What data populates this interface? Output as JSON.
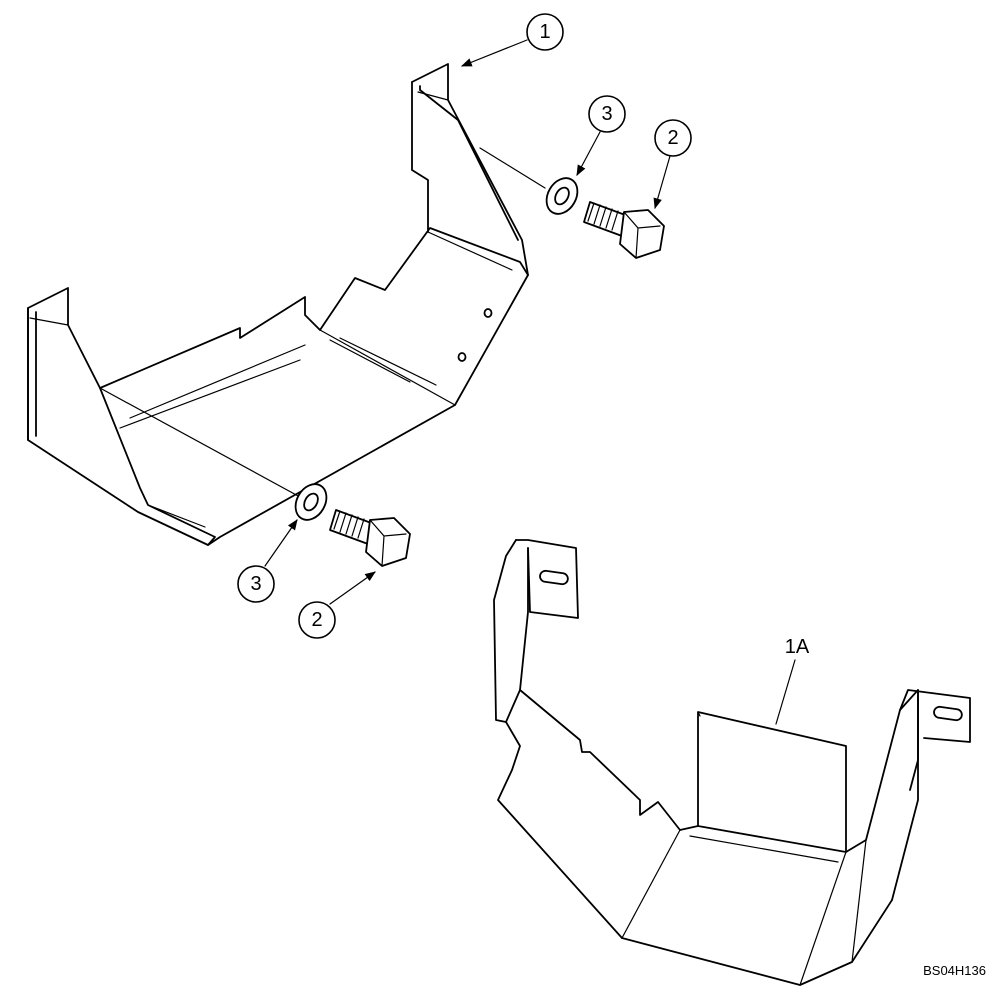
{
  "callouts": {
    "c1": "1",
    "c2_top": "2",
    "c3_top": "3",
    "c3_bottom": "3",
    "c2_bottom": "2"
  },
  "labels": {
    "alt_part": "1A"
  },
  "drawing_code": "BS04H136"
}
